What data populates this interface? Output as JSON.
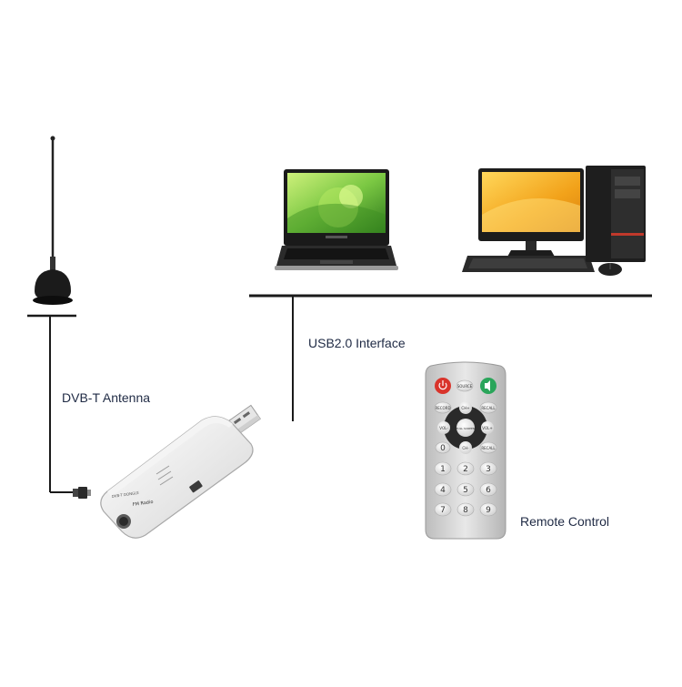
{
  "labels": {
    "antenna": "DVB-T Antenna",
    "interface": "USB2.0 Interface",
    "remote": "Remote Control"
  },
  "dongle": {
    "brand": "DVB-T DONGLE",
    "fm": "FM Radio"
  },
  "remote_buttons": {
    "source": "SOURCE",
    "record": "RECORD",
    "ch_up": "CH+",
    "recall_top": "RECALL",
    "vol_down": "VOL-",
    "ok": "FULL SCREEN",
    "vol_up": "VOL+",
    "zero": "0",
    "ch_down": "CH-",
    "recall": "RECALL",
    "digits": [
      "1",
      "2",
      "3",
      "4",
      "5",
      "6",
      "7",
      "8",
      "9"
    ]
  },
  "colors": {
    "label_text": "#1f2a44",
    "line": "#1a1a1a",
    "power_button": "#d9342b",
    "mute_button": "#2aa55a",
    "laptop_screen": "#7bc843",
    "desktop_screen": "#f2a21a"
  },
  "icons": [
    "antenna-icon",
    "usb-dongle-icon",
    "laptop-icon",
    "desktop-computer-icon",
    "remote-control-icon"
  ]
}
